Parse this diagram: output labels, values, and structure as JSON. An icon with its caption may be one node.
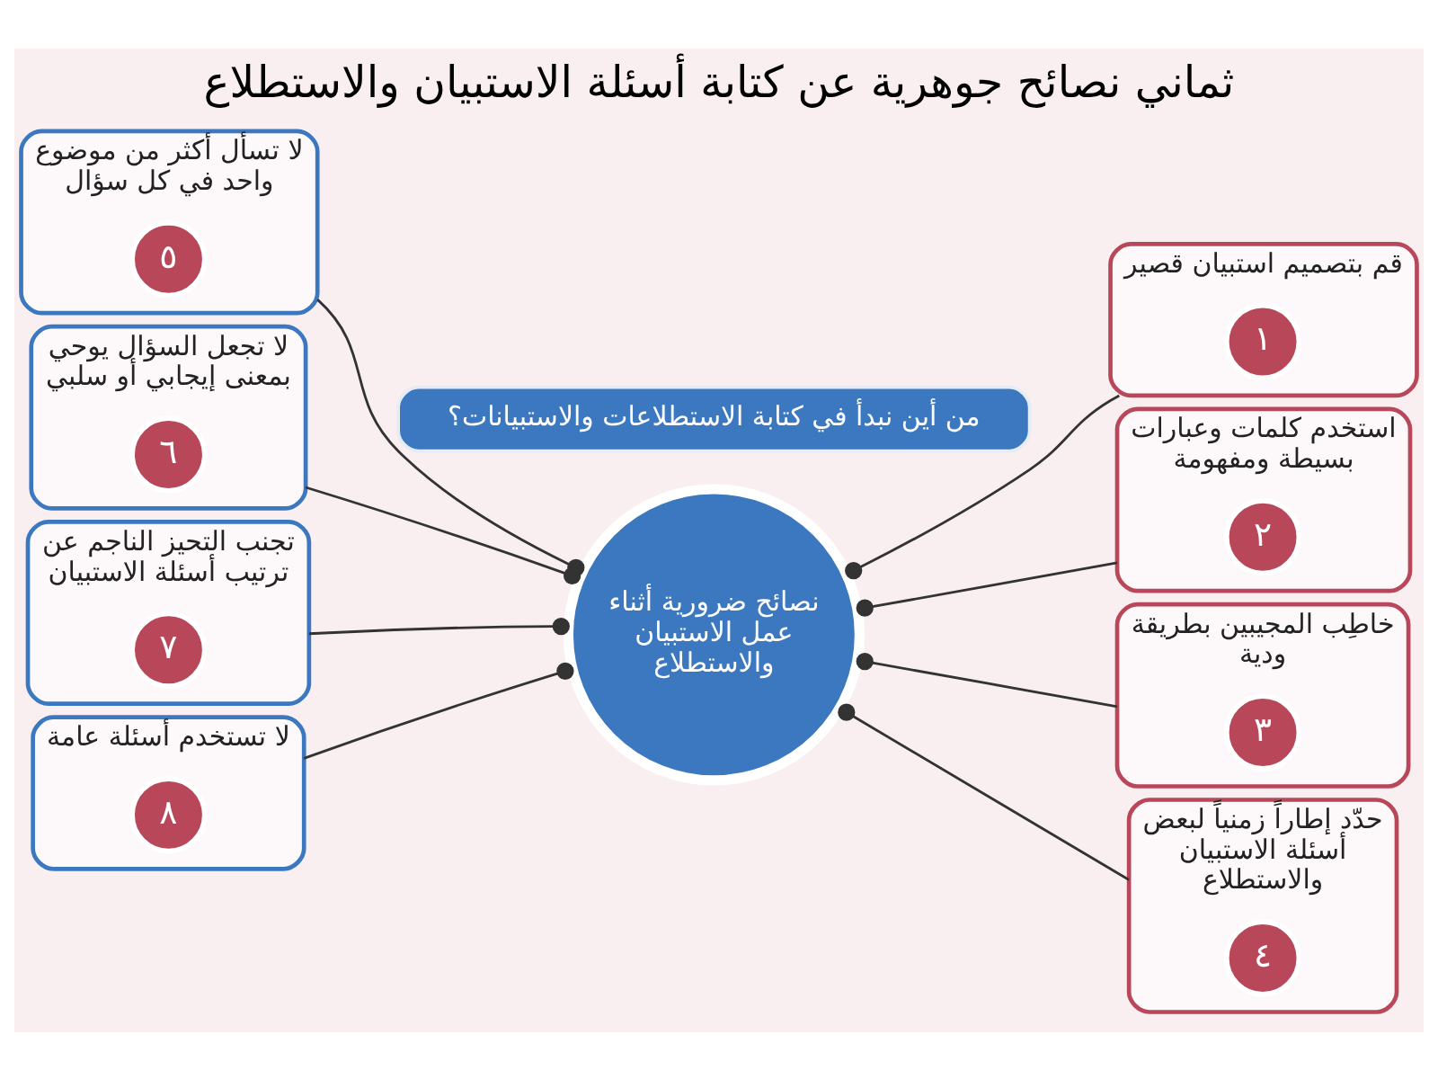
{
  "diagram": {
    "title": "ثماني نصائح جوهرية عن كتابة أسئلة الاستبيان والاستطلاع",
    "nodes": [
      {
        "text": [
          "من أين نبدأ في كتابة الاستطلاعات والاستبيانات؟"
        ]
      },
      {
        "text": [
          "نصائح ضرورية أثناء عمل الاستبيان والاستطلاع"
        ]
      },
      {
        "text": [
          "قم بتصميم استبيان قصير"
        ]
      },
      {
        "text": [
          "١"
        ],
        "in": 2
      },
      {
        "text": [
          "استخدم كلمات وعبارات بسيطة ومفهومة"
        ]
      },
      {
        "text": [
          "٢"
        ],
        "in": 4
      },
      {
        "text": [
          "خاطِب المجيبين بطريقة ودية"
        ]
      },
      {
        "text": [
          "٣"
        ],
        "in": 6
      },
      {
        "text": [
          "حدّد إطاراً زمنياً لبعض أسئلة الاستبيان والاستطلاع"
        ]
      },
      {
        "text": [
          "٤"
        ],
        "in": 8
      },
      {
        "text": [
          "لا تسأل أكثر من موضوع واحد في كل سؤال"
        ]
      },
      {
        "text": [
          "٥"
        ],
        "in": 10
      },
      {
        "text": [
          "لا تجعل السؤال يوحي بمعنى إيجابي أو سلبي"
        ]
      },
      {
        "text": [
          "٦"
        ],
        "in": 12
      },
      {
        "text": [
          "تجنب التحيز الناجم عن ترتيب أسئلة الاستبيان"
        ]
      },
      {
        "text": [
          "٧"
        ],
        "in": 14
      },
      {
        "text": [
          "لا تستخدم أسئلة عامة"
        ]
      },
      {
        "text": [
          "٨"
        ],
        "in": 16
      }
    ],
    "edges": [
      {
        "from": 1,
        "to": 2,
        "arrow": "other"
      },
      {
        "from": 1,
        "to": 4,
        "arrow": "other"
      },
      {
        "from": 1,
        "to": 6,
        "arrow": "other"
      },
      {
        "from": 1,
        "to": 8,
        "arrow": "other"
      },
      {
        "from": 1,
        "to": 10,
        "arrow": "other"
      },
      {
        "from": 1,
        "to": 12,
        "arrow": "other"
      },
      {
        "from": 1,
        "to": 14,
        "arrow": "other"
      },
      {
        "from": 1,
        "to": 16,
        "arrow": "other"
      }
    ]
  }
}
